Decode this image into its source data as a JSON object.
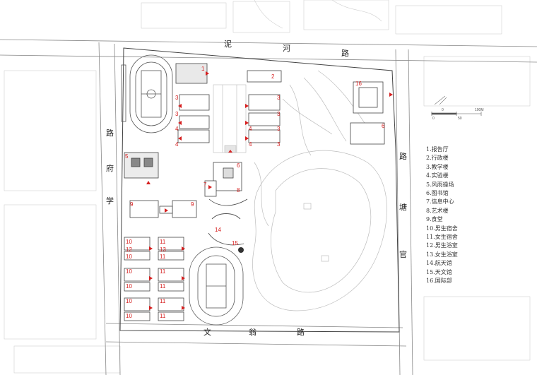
{
  "roads": {
    "top": [
      "泥",
      "河",
      "路"
    ],
    "left": [
      "学",
      "府",
      "路"
    ],
    "right": [
      "官",
      "塘",
      "路"
    ],
    "bottom": [
      "文",
      "翁",
      "路"
    ]
  },
  "legend": [
    "1.报告厅",
    "2.行政楼",
    "3.教学楼",
    "4.实验楼",
    "5.风雨操场",
    "6.图书馆",
    "7.信息中心",
    "8.艺术楼",
    "9.食堂",
    "10.男生宿舍",
    "11.女生宿舍",
    "12.男生浴室",
    "13.女生浴室",
    "14.航天馆",
    "15.天文馆",
    "16.国际部"
  ],
  "scale_bar": {
    "labels": [
      "0",
      "50",
      "100M"
    ],
    "zero_a": "0",
    "mid": "50",
    "end": "100M",
    "zero_b": "0"
  },
  "building_numbers": [
    "1",
    "2",
    "3",
    "3",
    "3",
    "3",
    "3",
    "3",
    "4",
    "4",
    "4",
    "4",
    "5",
    "6",
    "7",
    "8",
    "9",
    "9",
    "14",
    "15",
    "16",
    "6",
    "10",
    "12",
    "10",
    "10",
    "10",
    "10",
    "10",
    "11",
    "13",
    "11",
    "11",
    "11",
    "11",
    "11"
  ],
  "colors": {
    "label_red": "#d62020",
    "line": "#555555",
    "faint": "#c8c8c8"
  }
}
